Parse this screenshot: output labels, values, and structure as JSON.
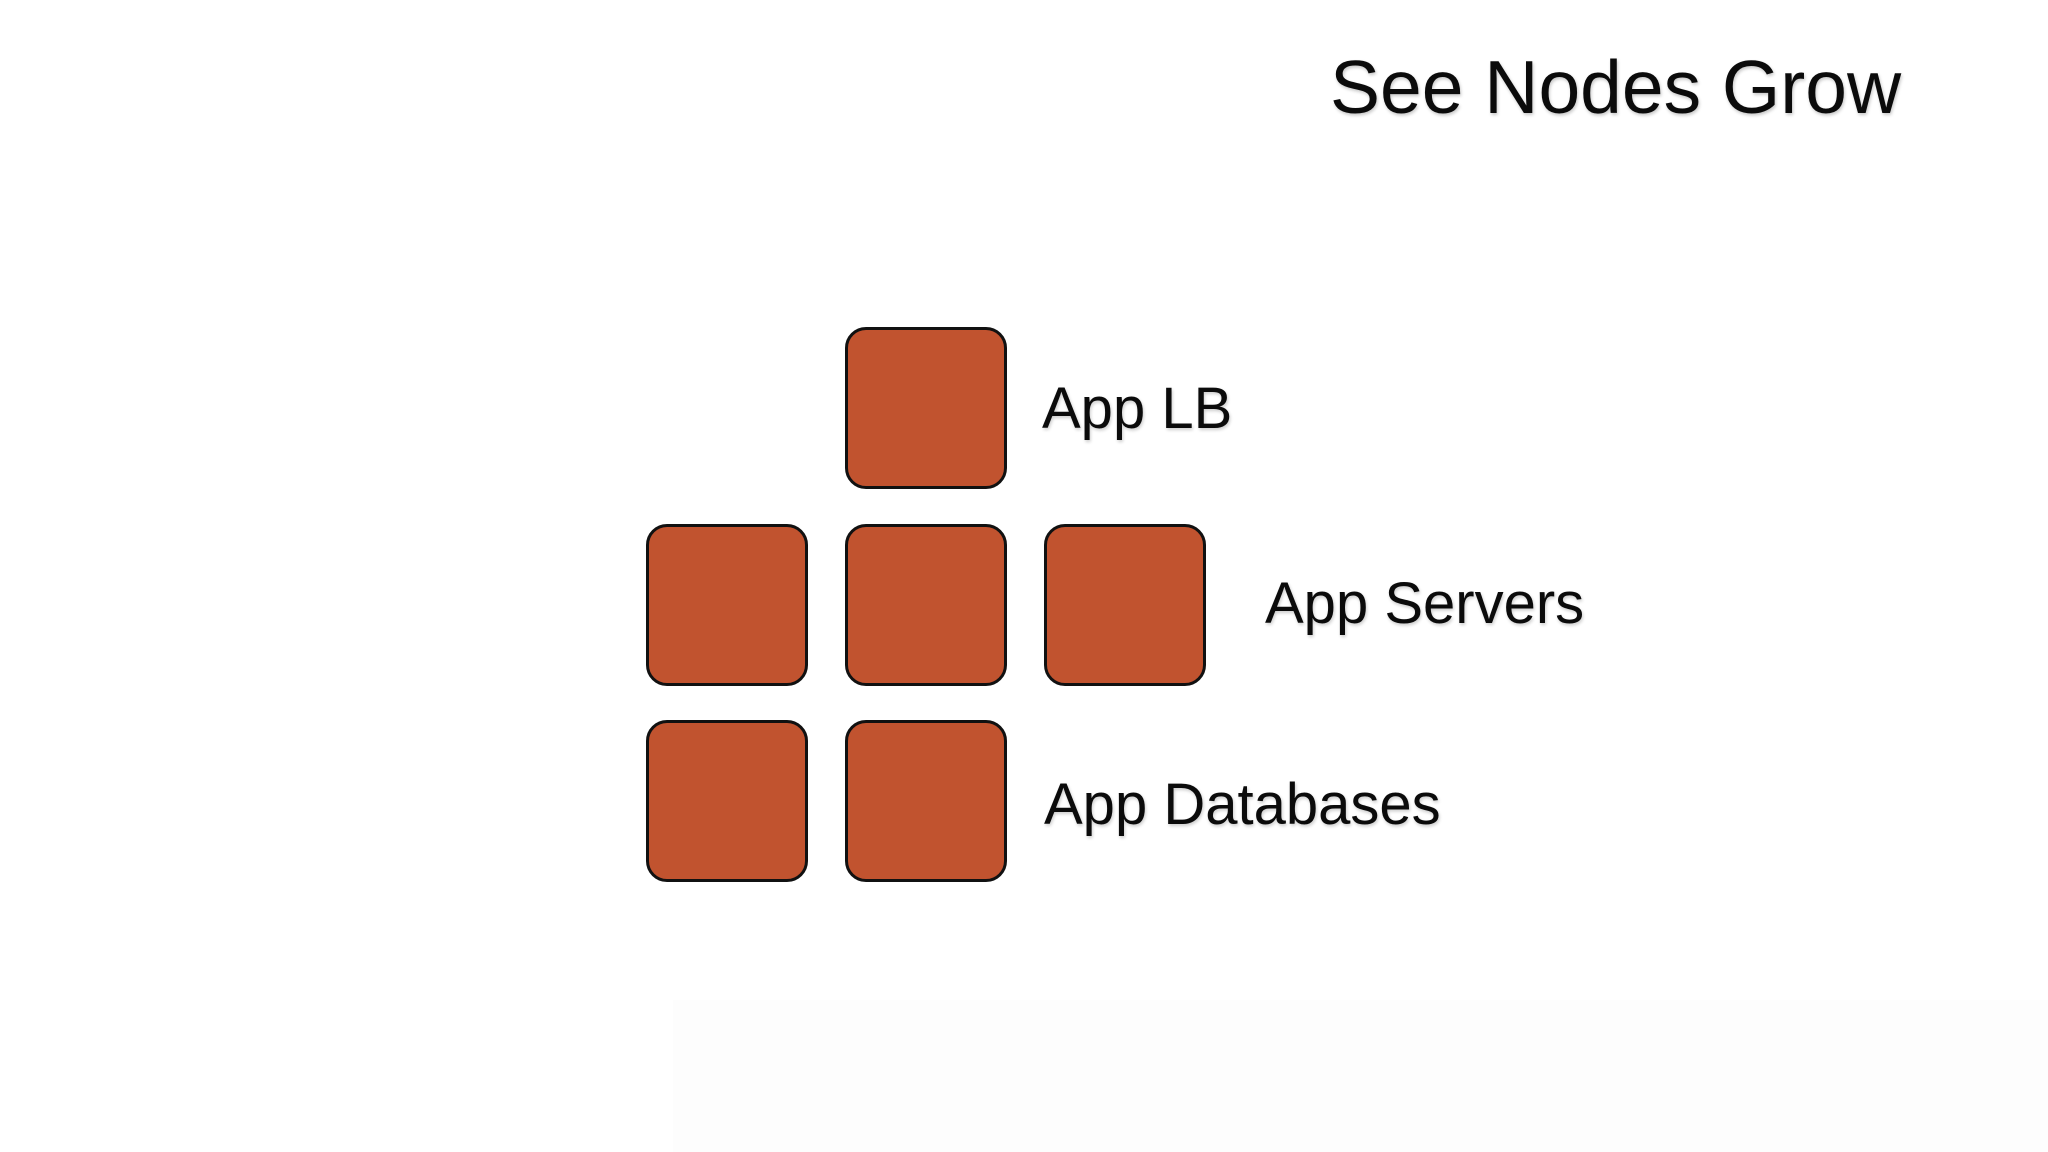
{
  "slide": {
    "title": "See Nodes Grow",
    "background": "#FFFFFF"
  },
  "diagram": {
    "node_colors": {
      "fill": "#C1532F",
      "border": "#111111"
    },
    "rows": [
      {
        "id": "app-lb",
        "label": "App LB",
        "node_count": 1
      },
      {
        "id": "app-servers",
        "label": "App Servers",
        "node_count": 3
      },
      {
        "id": "app-databases",
        "label": "App Databases",
        "node_count": 2
      }
    ]
  }
}
